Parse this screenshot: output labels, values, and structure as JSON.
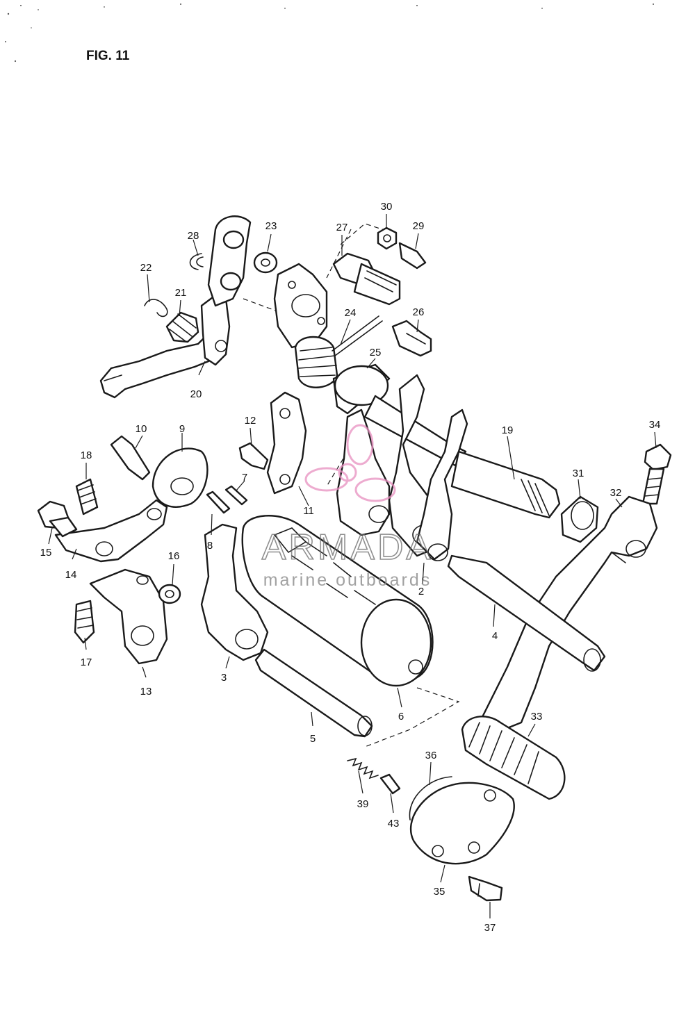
{
  "figure_label": "FIG. 11",
  "callouts": [
    "2",
    "3",
    "4",
    "5",
    "6",
    "7",
    "8",
    "9",
    "10",
    "11",
    "12",
    "13",
    "14",
    "15",
    "16",
    "17",
    "18",
    "19",
    "20",
    "21",
    "22",
    "23",
    "24",
    "25",
    "26",
    "27",
    "28",
    "29",
    "30",
    "31",
    "32",
    "33",
    "34",
    "35",
    "36",
    "37",
    "39",
    "43"
  ],
  "watermark": {
    "title": "ARMADA",
    "subtitle": "marine outboards",
    "logo_color": "#e88fc0"
  },
  "colors": {
    "ink": "#1a1a1a",
    "paper": "#ffffff",
    "watermark_text": "#6a6a6a"
  }
}
